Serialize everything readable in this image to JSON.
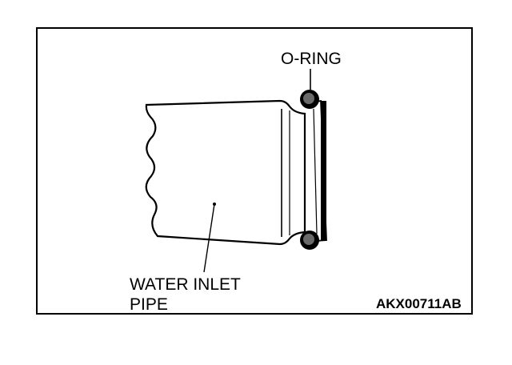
{
  "diagram": {
    "labels": {
      "o_ring": "O-RING",
      "pipe_line1": "WATER INLET",
      "pipe_line2": "PIPE"
    },
    "figure_code": "AKX00711AB",
    "colors": {
      "ink": "#000000",
      "paper": "#ffffff"
    }
  }
}
